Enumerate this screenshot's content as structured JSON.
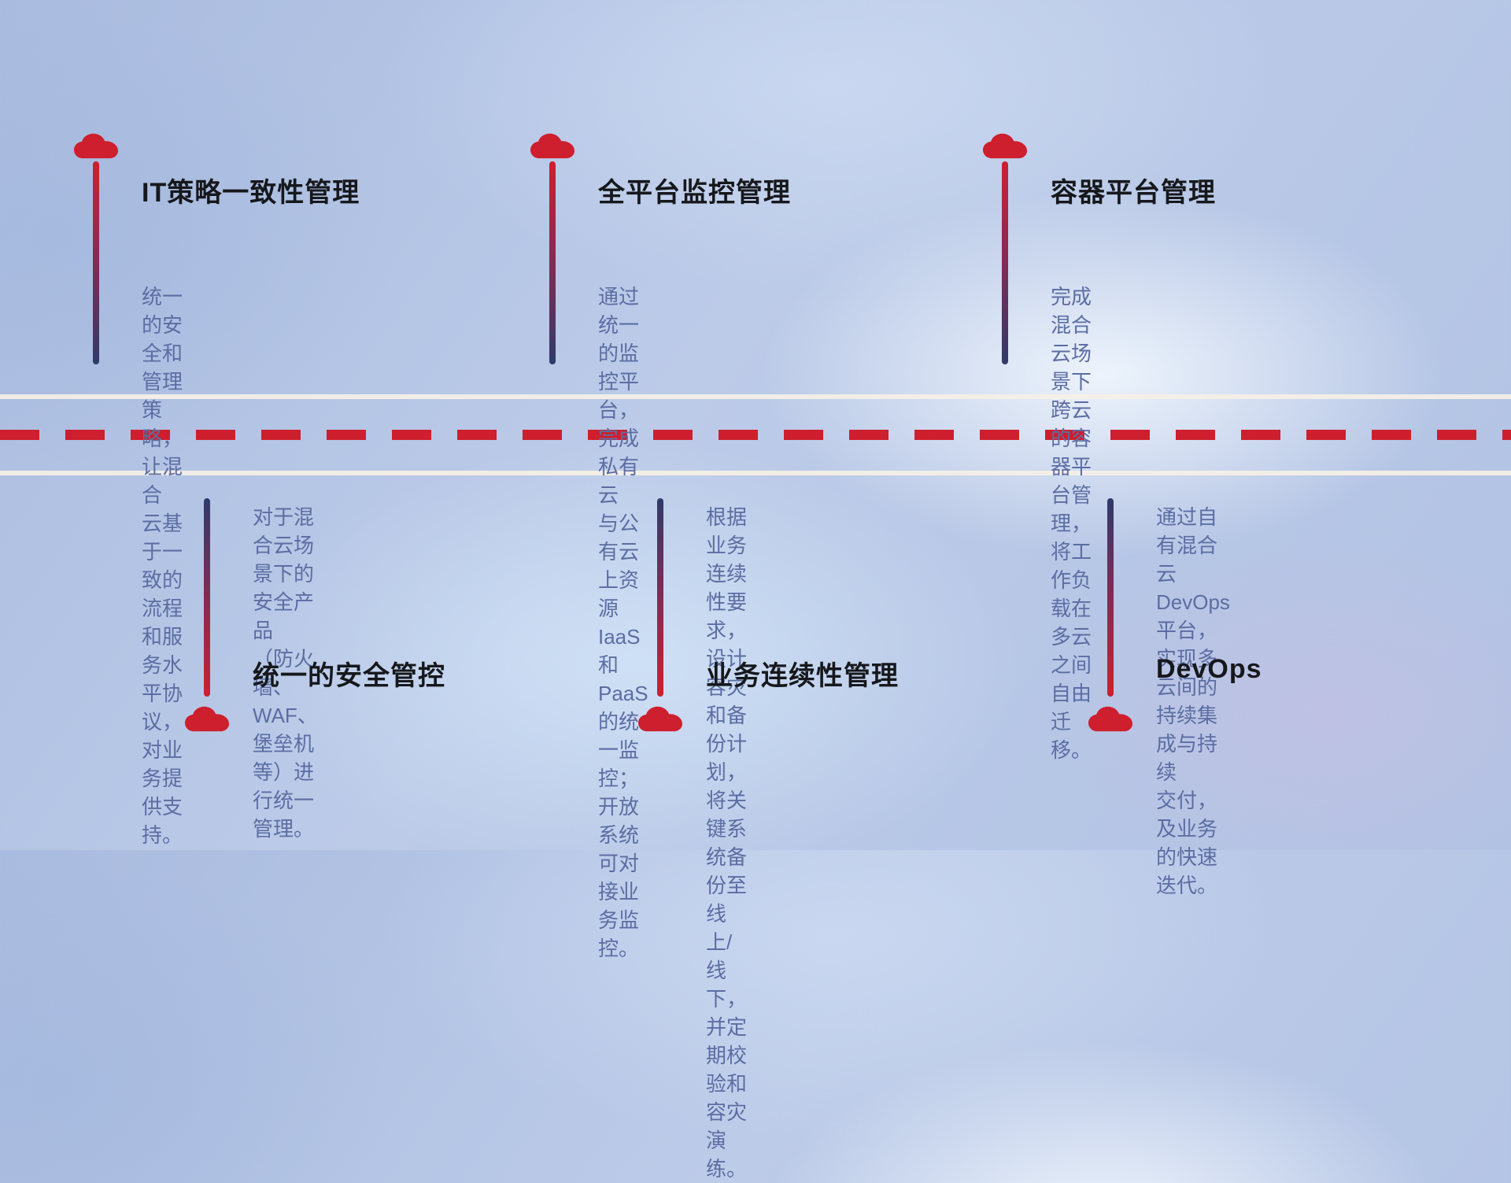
{
  "colors": {
    "accent-red": "#ce1f2e",
    "deep-navy": "#2f3a6a",
    "desc-blue": "#5c6da3",
    "title-dark": "#16181c",
    "road-cream": "#f4efe6"
  },
  "top_items": [
    {
      "icon": "cloud-icon",
      "title": "IT策略一致性管理",
      "desc": "统一的安全和管理策略，让混合\n云基于一致的流程和服务水平协\n议，对业务提供支持。"
    },
    {
      "icon": "cloud-icon",
      "title": "全平台监控管理",
      "desc": "通过统一的监控平台，完成私有云\n与公有云上资源IaaS和PaaS的统\n一监控；开放系统可对接业务监控。"
    },
    {
      "icon": "cloud-icon",
      "title": "容器平台管理",
      "desc": "完成混合云场景下跨云的容器平\n台管理，将工作负载在多云之间\n自由迁移。"
    }
  ],
  "bottom_items": [
    {
      "icon": "cloud-icon",
      "title": "统一的安全管控",
      "desc": "对于混合云场景下的安全产品\n（防火墙、WAF、堡垒机等）进\n行统一管理。"
    },
    {
      "icon": "cloud-icon",
      "title": "业务连续性管理",
      "desc": "根据业务连续性要求，设计容灾\n和备份计划，将关键系统备份至\n线上/线下，并定期校验和容灾\n演练。"
    },
    {
      "icon": "cloud-icon",
      "title": "DevOps",
      "desc": "通过自有混合云DevOps平台，\n实现多云间的持续集成与持续\n交付，及业务的快速迭代。"
    }
  ]
}
